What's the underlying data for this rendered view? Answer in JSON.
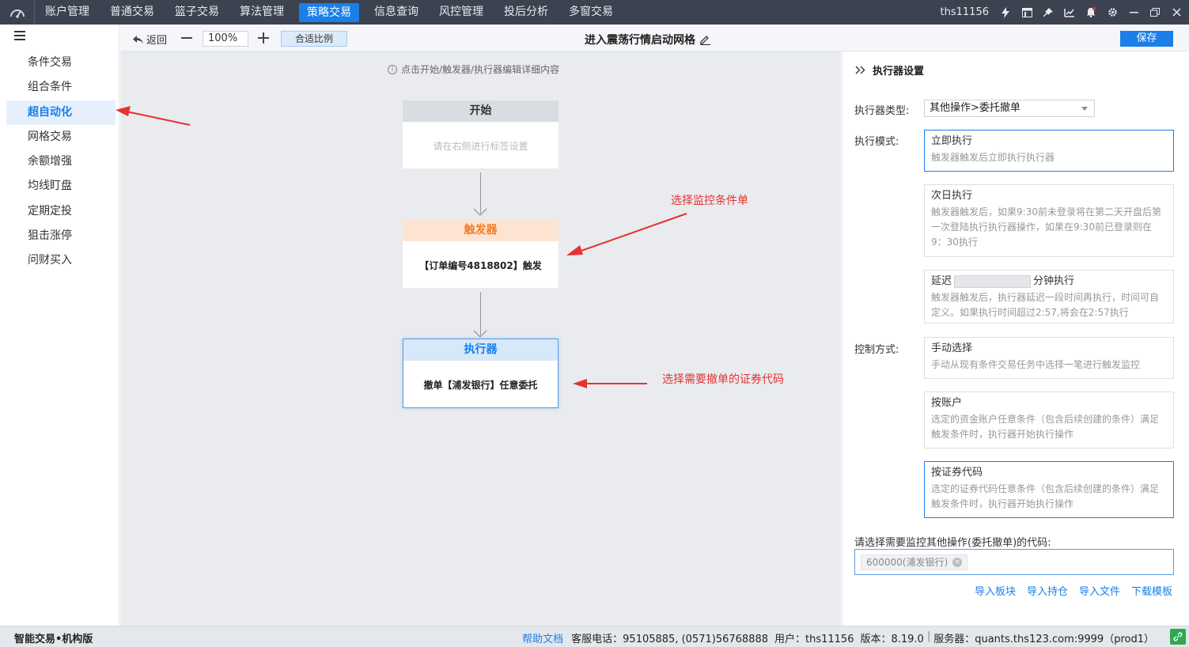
{
  "topbar": {
    "menu": [
      {
        "label": "账户管理"
      },
      {
        "label": "普通交易"
      },
      {
        "label": "篮子交易"
      },
      {
        "label": "算法管理"
      },
      {
        "label": "策略交易"
      },
      {
        "label": "信息查询"
      },
      {
        "label": "风控管理"
      },
      {
        "label": "投后分析"
      },
      {
        "label": "多窗交易"
      }
    ],
    "active_index": 4,
    "username": "ths11156",
    "icons": [
      "lightning-icon",
      "layout-icon",
      "pin-icon",
      "chart-icon",
      "bell-icon",
      "gear-icon",
      "minimize-icon",
      "restore-icon",
      "close-icon"
    ]
  },
  "sidebar": {
    "items": [
      {
        "label": "条件交易"
      },
      {
        "label": "组合条件"
      },
      {
        "label": "超自动化"
      },
      {
        "label": "网格交易"
      },
      {
        "label": "余额增强"
      },
      {
        "label": "均线盯盘"
      },
      {
        "label": "定期定投"
      },
      {
        "label": "狙击涨停"
      },
      {
        "label": "问财买入"
      }
    ],
    "active_index": 2
  },
  "toolbar": {
    "back_label": "返回",
    "zoom_value": "100%",
    "fit_label": "合适比例",
    "title": "进入震荡行情启动网格",
    "save_label": "保存"
  },
  "canvas": {
    "hint": "点击开始/触发器/执行器编辑详细内容",
    "start": {
      "title": "开始",
      "body": "请在右侧进行标签设置"
    },
    "trigger": {
      "title": "触发器",
      "body": "【订单编号4818802】触发"
    },
    "executor": {
      "title": "执行器",
      "body": "撤单【浦发银行】任意委托"
    }
  },
  "annotations": {
    "monitor": "选择监控条件单",
    "cancel_code": "选择需要撤单的证券代码"
  },
  "right_panel": {
    "title": "执行器设置",
    "type_label": "执行器类型:",
    "type_value": "其他操作>委托撤单",
    "mode_label": "执行模式:",
    "modes": [
      {
        "title": "立即执行",
        "desc": "触发器触发后立即执行执行器"
      },
      {
        "title": "次日执行",
        "desc": "触发器触发后，如果9:30前未登录将在第二天开盘后第一次登陆执行执行器操作，如果在9:30前已登录则在9：30执行"
      },
      {
        "title_prefix": "延迟",
        "title_suffix": "分钟执行",
        "desc": "触发器触发后，执行器延迟一段时间再执行，时间可自定义。如果执行时间超过2:57,将会在2:57执行"
      }
    ],
    "control_label": "控制方式:",
    "controls": [
      {
        "title": "手动选择",
        "desc": "手动从现有条件交易任务中选择一笔进行触发监控"
      },
      {
        "title": "按账户",
        "desc": "选定的资金账户任意条件（包含后续创建的条件）满足触发条件时，执行器开始执行操作"
      },
      {
        "title": "按证券代码",
        "desc": "选定的证券代码任意条件（包含后续创建的条件）满足触发条件时，执行器开始执行操作"
      }
    ],
    "code_label": "请选择需要监控其他操作(委托撤单)的代码:",
    "code_tag": "600000(浦发银行)",
    "links": [
      {
        "label": "导入板块"
      },
      {
        "label": "导入持仓"
      },
      {
        "label": "导入文件"
      },
      {
        "label": "下载模板"
      }
    ]
  },
  "statusbar": {
    "product": "智能交易•机构版",
    "help": "帮助文档",
    "hotline": "客服电话：95105885, (0571)56768888",
    "user": "用户：ths11156",
    "version": "版本：8.19.0",
    "server": "服务器：quants.ths123.com:9999（prod1）"
  }
}
